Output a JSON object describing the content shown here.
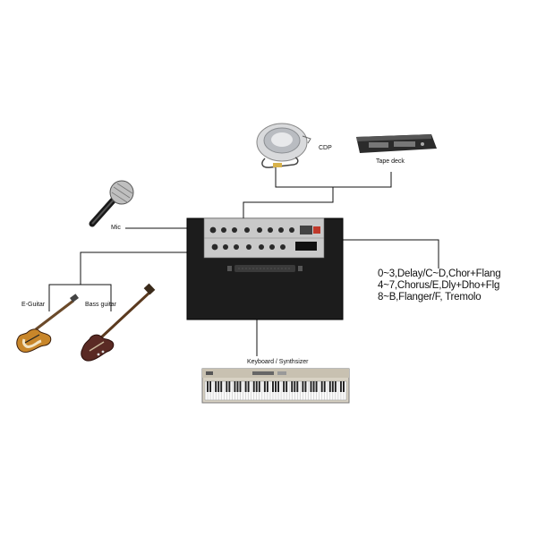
{
  "labels": {
    "cdp": "CDP",
    "tape_deck": "Tape deck",
    "mic": "Mic",
    "e_guitar": "E-Guitar",
    "bass_guitar": "Bass guitar",
    "keyboard": "Keyboard / Synthsizer"
  },
  "effects": [
    "0~3,Delay/C~D,Chor+Flang",
    "4~7,Chorus/E,Dly+Dho+Flg",
    "8~B,Flanger/F, Tremolo"
  ],
  "icons": [
    "amplifier-icon",
    "cd-player-icon",
    "tape-deck-icon",
    "microphone-icon",
    "electric-guitar-icon",
    "bass-guitar-icon",
    "keyboard-icon"
  ],
  "colors": {
    "amp_body": "#1c1c1c",
    "amp_panel": "#c9c9c9",
    "guitar_sunburst": "#c8862a",
    "bass_body": "#5a2a24",
    "keyboard_body": "#d8d2c4",
    "line": "#111111"
  }
}
